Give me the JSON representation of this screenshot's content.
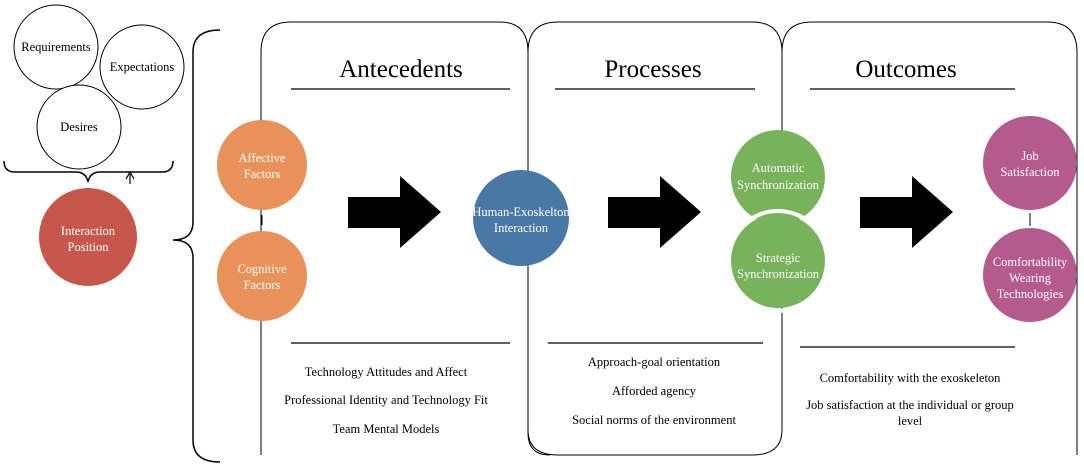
{
  "colors": {
    "orange": "#E8925A",
    "blue": "#4A78A6",
    "green": "#78B25B",
    "purple": "#B45A8C",
    "red": "#C8574B",
    "line": "#000000"
  },
  "expectations_cluster": {
    "requirements": "Requirements",
    "expectations": "Expectations",
    "desires": "Desires"
  },
  "interaction_position": [
    "Interaction",
    "Position"
  ],
  "sections": [
    {
      "heading": "Antecedents",
      "notes": [
        "Technology Attitudes and Affect",
        "Professional Identity and Technology Fit",
        "Team Mental Models"
      ]
    },
    {
      "heading": "Processes",
      "notes": [
        "Approach-goal orientation",
        "Afforded agency",
        "Social norms of the environment"
      ]
    },
    {
      "heading": "Outcomes",
      "notes": [
        "Comfortability with the exoskeleton",
        "Job satisfaction at the individual or group",
        "level"
      ]
    }
  ],
  "antecedent_circles": [
    {
      "lines": [
        "Affective",
        "Factors"
      ]
    },
    {
      "lines": [
        "Cognitive",
        "Factors"
      ]
    }
  ],
  "process_circle": {
    "lines": [
      "Human-Exoskelton",
      "Interaction"
    ]
  },
  "sync_circles": [
    {
      "lines": [
        "Automatic",
        "Synchronization"
      ]
    },
    {
      "lines": [
        "Strategic",
        "Synchronization"
      ]
    }
  ],
  "outcome_circles": [
    {
      "lines": [
        "Job",
        "Satisfaction"
      ]
    },
    {
      "lines": [
        "Comfortability",
        "Wearing",
        "Technologies"
      ]
    }
  ]
}
